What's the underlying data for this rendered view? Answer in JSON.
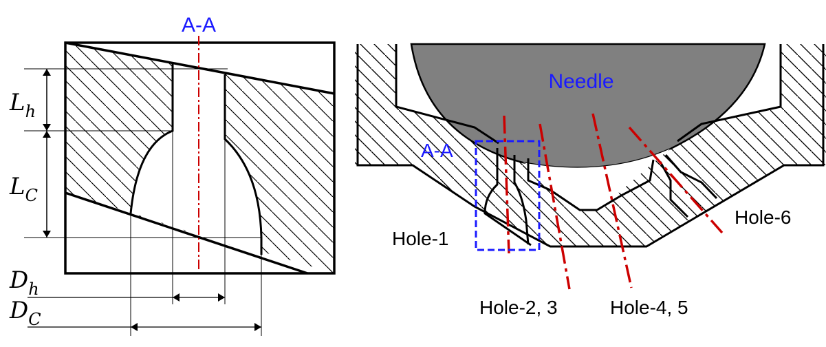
{
  "left_figure": {
    "section_label": "A-A",
    "dimensions": {
      "hole_length": {
        "symbol": "L",
        "subscript": "h"
      },
      "chamber_length": {
        "symbol": "L",
        "subscript": "C"
      },
      "hole_diameter": {
        "symbol": "D",
        "subscript": "h"
      },
      "chamber_diameter": {
        "symbol": "D",
        "subscript": "C"
      }
    }
  },
  "right_figure": {
    "needle_label": "Needle",
    "section_box_label": "A-A",
    "hole_labels": {
      "hole_1": "Hole-1",
      "hole_2_3": "Hole-2, 3",
      "hole_4_5": "Hole-4, 5",
      "hole_6": "Hole-6"
    }
  },
  "colors": {
    "label_blue": "#1a1aff",
    "centerline_red": "#cc0000",
    "needle_gray": "#808080",
    "outline": "#000000"
  }
}
